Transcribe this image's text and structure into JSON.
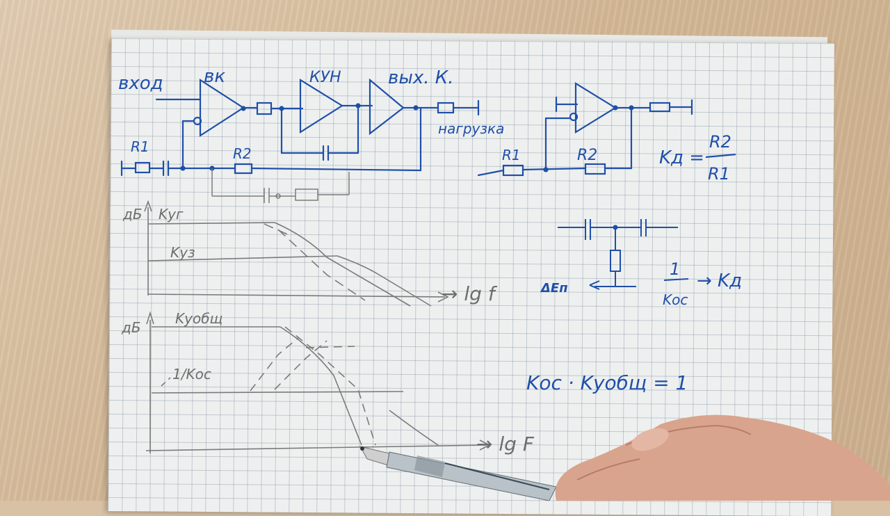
{
  "labels": {
    "input": "вход",
    "input_stage": "вк",
    "voltage_amp": "КУН",
    "output_stage": "вых. К.",
    "load": "нагрузка",
    "r1_left": "R1",
    "r2_left": "R2",
    "r1_right": "R1",
    "r2_right": "R2",
    "gain_formula_lhs": "Kд =",
    "gain_num": "R2",
    "gain_den": "R1",
    "delta_e": "ΔEп",
    "inv_k_num": "1",
    "inv_k_den": "Kос",
    "arrow_kd": "→ Kд",
    "loop_eq": "Kос · Kуобщ = 1",
    "plot1_yaxis": "дБ",
    "plot1_k1": "Kуг",
    "plot1_k2": "Kуз",
    "plot1_xaxis": "→ lg f",
    "plot2_yaxis": "дБ",
    "plot2_k": "Kуобщ",
    "plot2_inv": "1/Kос",
    "plot2_xaxis": "→ lg F"
  },
  "colors": {
    "ink": "#1f4fa8",
    "pencil": "#7a7a7a",
    "paper": "#eef0f0",
    "desk": "#d4b896"
  }
}
